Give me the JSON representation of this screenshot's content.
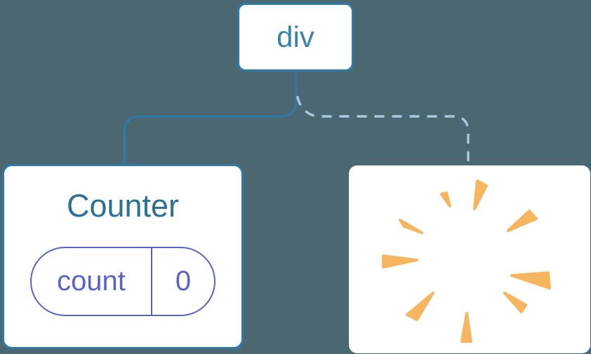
{
  "tree": {
    "root": {
      "label": "div"
    },
    "children": [
      {
        "id": "counter",
        "title": "Counter",
        "state": {
          "key": "count",
          "value": "0"
        },
        "connector": "solid"
      },
      {
        "id": "removed-component",
        "icon": "poof",
        "connector": "dashed"
      }
    ]
  },
  "colors": {
    "background": "#4B6772",
    "node_fill": "#FFFFFF",
    "node_border": "#2E7AA8",
    "root_label_text": "#3D82AB",
    "component_title_text": "#2C7195",
    "state_pill": "#5A62C8",
    "solid_connector": "#2E7AA8",
    "dashed_connector": "#A9C9DF",
    "poof_burst": "#F6B55F"
  }
}
